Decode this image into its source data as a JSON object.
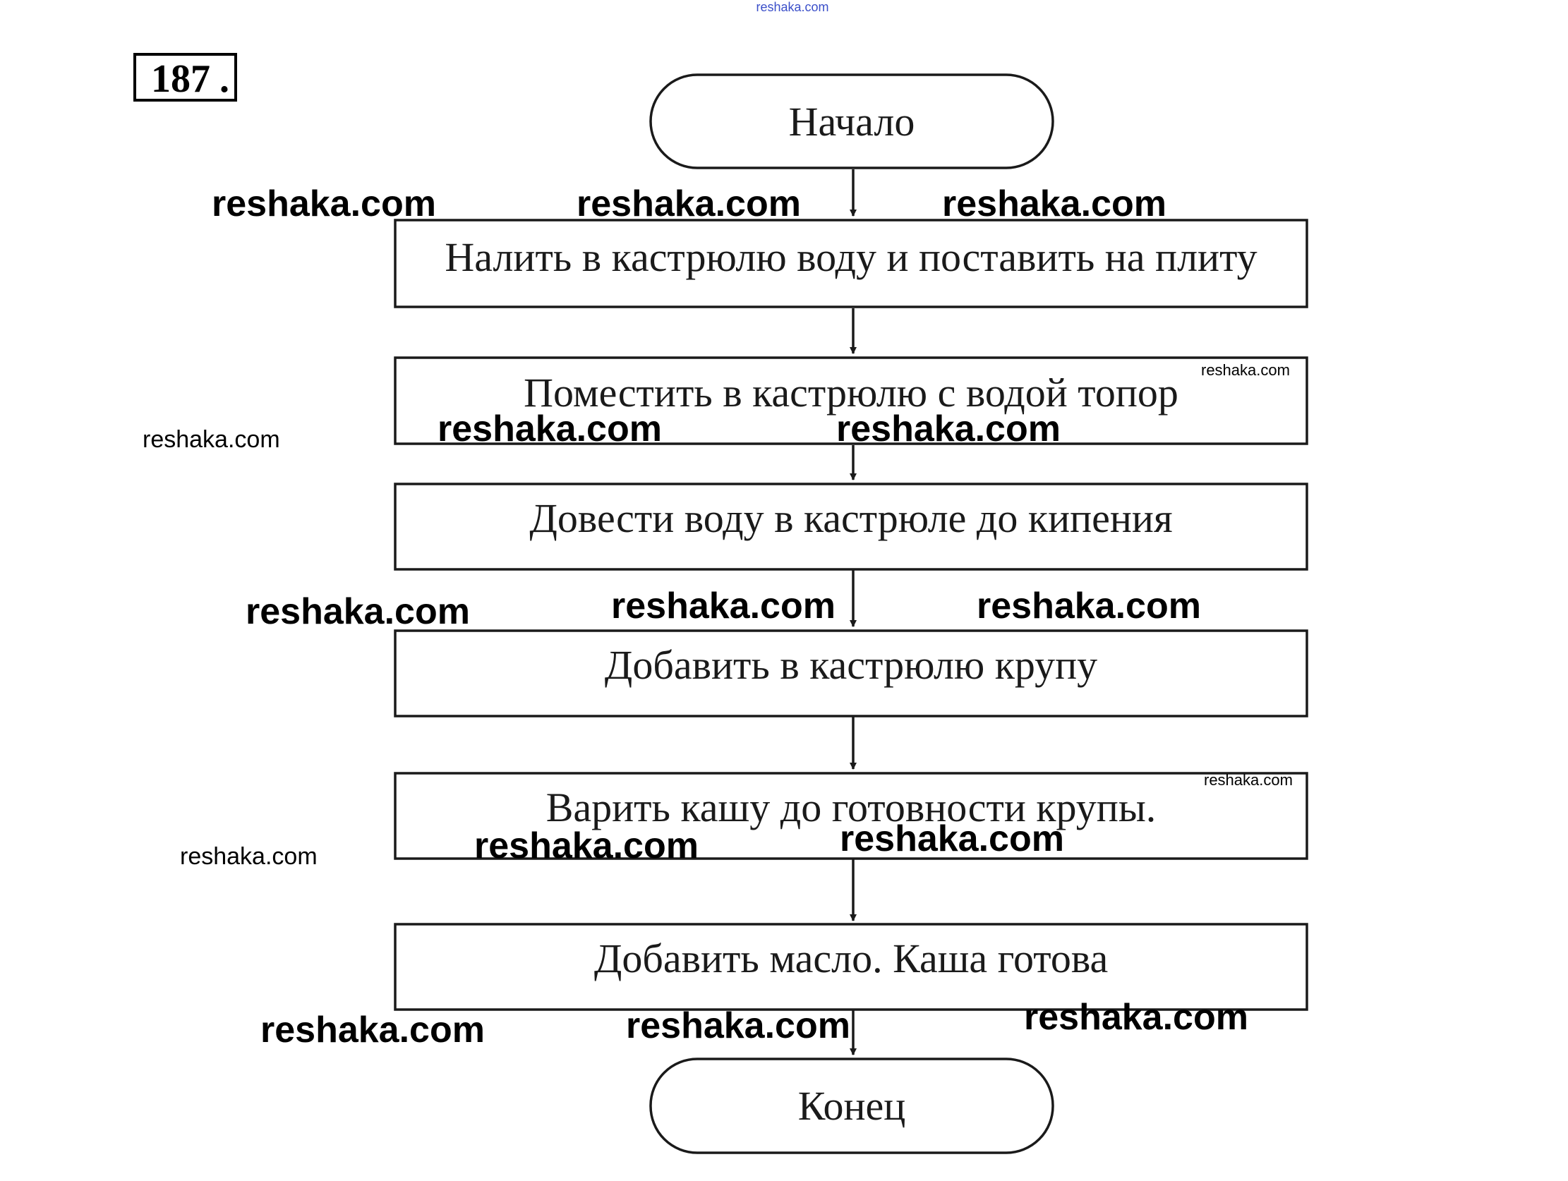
{
  "problem_number": "187",
  "problem_suffix": ".",
  "flowchart": {
    "start": "Начало",
    "steps": [
      "Налить в кастрюлю воду и поставить на плиту",
      "Поместить в кастрюлю с водой топор",
      "Довести воду в кастрюле до кипения",
      "Добавить в кастрюлю крупу",
      "Варить кашу до готовности крупы.",
      "Добавить масло. Каша готова"
    ],
    "end": "Конец"
  },
  "watermark": "reshaka.com",
  "colors": {
    "line": "#1a1a1a",
    "text": "#1a1a1a",
    "watermark_top": "#3b4fc9"
  }
}
